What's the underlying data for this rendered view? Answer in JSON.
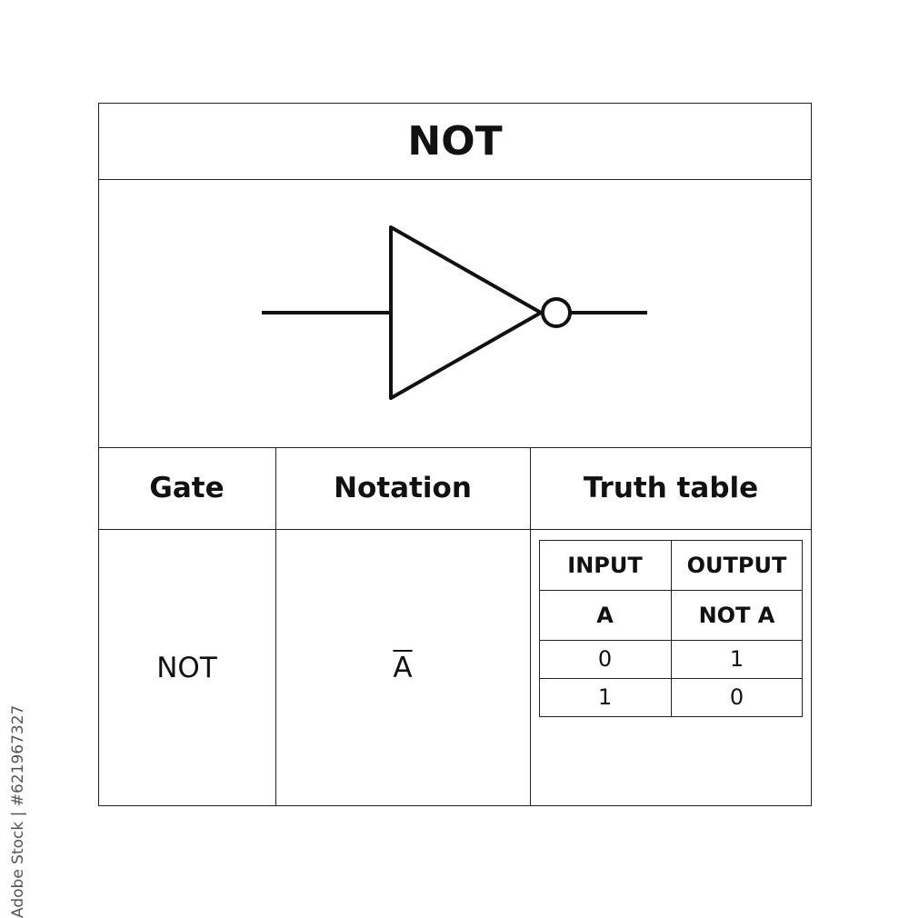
{
  "title": "NOT",
  "symbol": {
    "icon": "not-gate-symbol"
  },
  "headers": {
    "gate": "Gate",
    "notation": "Notation",
    "truth_table": "Truth table"
  },
  "gate_name": "NOT",
  "notation": "A",
  "truth_table": {
    "headers": [
      "INPUT",
      "OUTPUT"
    ],
    "subheaders": [
      "A",
      "NOT A"
    ],
    "rows": [
      [
        "0",
        "1"
      ],
      [
        "1",
        "0"
      ]
    ]
  },
  "watermark": "Adobe Stock | #621967327"
}
